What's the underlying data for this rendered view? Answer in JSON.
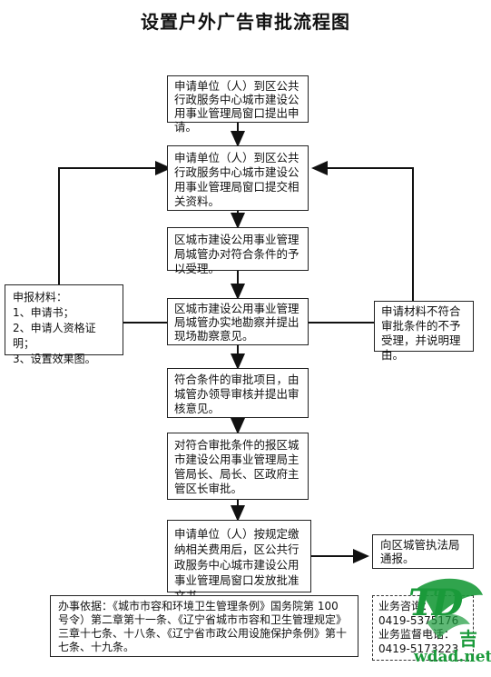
{
  "title": "设置户外广告审批流程图",
  "steps": [
    "申请单位（人）到区公共行政服务中心城市建设公用事业管理局窗口提出申请。",
    "申请单位（人）到区公共行政服务中心城市建设公用事业管理局窗口提交相关资料。",
    "区城市建设公用事业管理局城管办对符合条件的予以受理。",
    "区城市建设公用事业管理局城管办实地勘察并提出现场勘察意见。",
    "符合条件的审批项目，由城管办领导审核并提出审核意见。",
    "对符合审批条件的报区城市建设公用事业管理局主管局长、局长、区政府主管区长审批。",
    "申请单位（人）按规定缴纳相关费用后，区公共行政服务中心城市建设公用事业管理局窗口发放批准文书。"
  ],
  "materials": {
    "heading": "申报材料：",
    "items": [
      "1、申请书；",
      "2、申请人资格证明；",
      "3、设置效果图。"
    ]
  },
  "reject_note": "申请材料不符合审批条件的不予受理，并说明理由。",
  "enforcement_note": "向区城管执法局通报。",
  "basis": "办事依据：《城市市容和环境卫生管理条例》国务院第 100 号令）第二章第十一条、《辽宁省城市市容和卫生管理规定》三章十七条、十八条、《辽宁省市政公用设施保护条例》第十七条、十九条。",
  "contact": {
    "line1": "业务咨询：",
    "phone1": "0419-5375176",
    "line2": "业务监督电话：",
    "phone2": "0419-5173223"
  },
  "watermark": {
    "letters": "TD",
    "char": "吉",
    "site": "wdad.net"
  },
  "colors": {
    "watermark_green": "#1a9a3a"
  }
}
